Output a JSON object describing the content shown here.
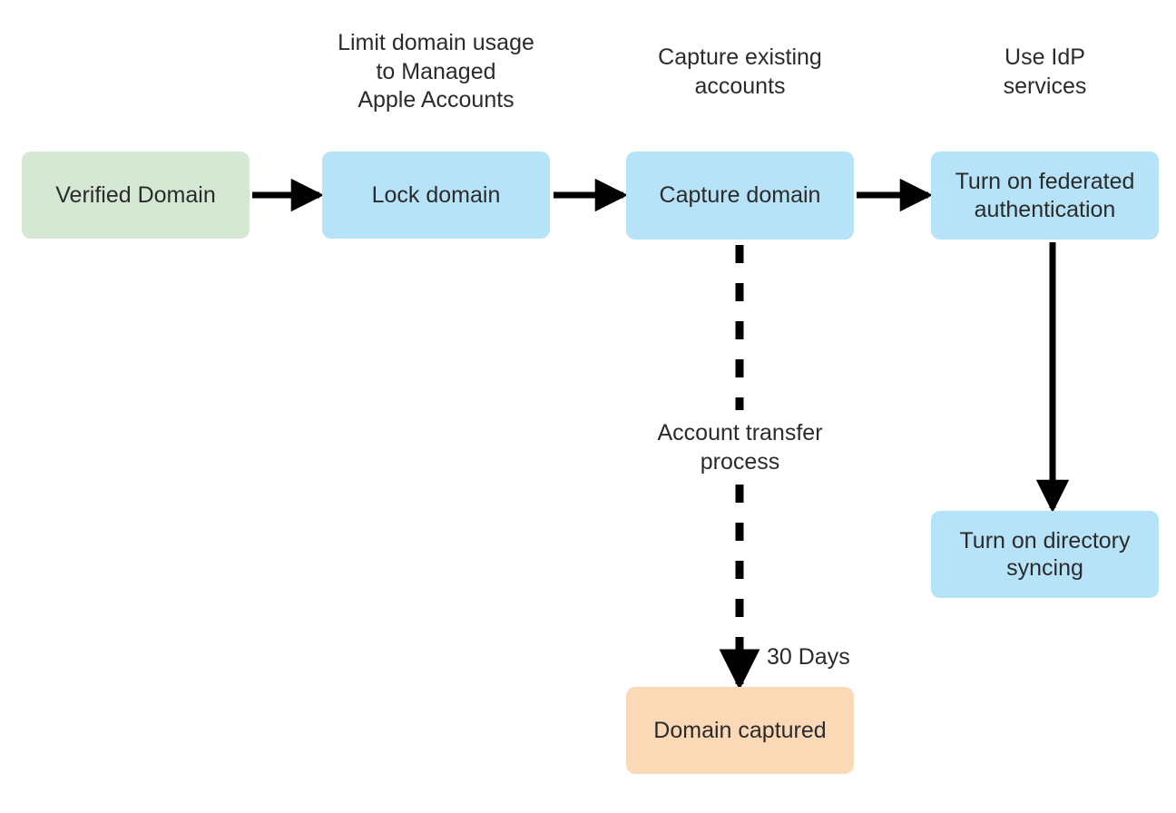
{
  "diagram": {
    "title": "Verified domain capture and federated authentication flow",
    "colors": {
      "green": "#d5e8d3",
      "blue": "#b6e3f8",
      "orange": "#fbd8b6",
      "edge": "#000000",
      "text": "#2b2b2b",
      "background": "#ffffff"
    },
    "captions": [
      {
        "id": "caption-lock-domain",
        "text": "Limit domain usage\nto Managed\nApple Accounts"
      },
      {
        "id": "caption-capture-domain",
        "text": "Capture existing\naccounts"
      },
      {
        "id": "caption-federated-auth",
        "text": "Use IdP\nservices"
      }
    ],
    "nodes": [
      {
        "id": "node-verified-domain",
        "label": "Verified Domain",
        "color": "green"
      },
      {
        "id": "node-lock-domain",
        "label": "Lock domain",
        "color": "blue"
      },
      {
        "id": "node-capture-domain",
        "label": "Capture domain",
        "color": "blue"
      },
      {
        "id": "node-federated-authentication",
        "label": "Turn on federated\nauthentication",
        "color": "blue"
      },
      {
        "id": "node-directory-syncing",
        "label": "Turn on directory\nsyncing",
        "color": "blue"
      },
      {
        "id": "node-domain-captured",
        "label": "Domain captured",
        "color": "orange"
      }
    ],
    "edge_labels": [
      {
        "id": "edge-label-account-transfer",
        "text": "Account transfer\nprocess"
      },
      {
        "id": "edge-label-30-days",
        "text": "30 Days"
      }
    ],
    "edges": [
      {
        "id": "edge-verified-to-lock",
        "from": "Verified Domain",
        "to": "Lock domain",
        "style": "solid"
      },
      {
        "id": "edge-lock-to-capture",
        "from": "Lock domain",
        "to": "Capture domain",
        "style": "solid"
      },
      {
        "id": "edge-capture-to-federated",
        "from": "Capture domain",
        "to": "Turn on federated authentication",
        "style": "solid"
      },
      {
        "id": "edge-federated-to-syncing",
        "from": "Turn on federated authentication",
        "to": "Turn on directory syncing",
        "style": "solid"
      },
      {
        "id": "edge-capture-to-domain-captured",
        "from": "Capture domain",
        "to": "Domain captured",
        "style": "dashed",
        "label": "Account transfer process / 30 Days"
      }
    ]
  }
}
